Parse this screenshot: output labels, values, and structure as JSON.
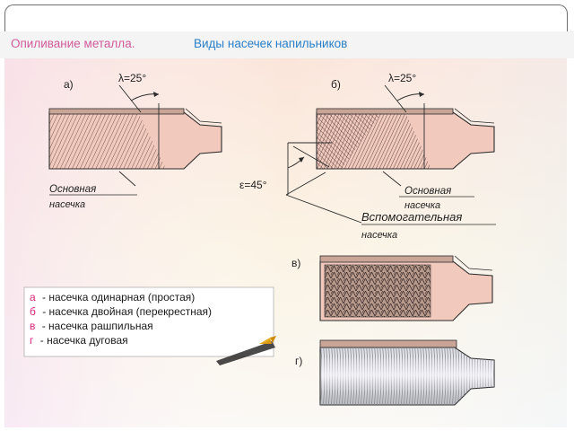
{
  "title": {
    "part1": "Опиливание металла.",
    "part2": "Виды насечек напильников"
  },
  "diagram": {
    "a": {
      "label": "а)",
      "angle": "λ=25°",
      "main_cut_line1": "Основная",
      "main_cut_line2": "насечка"
    },
    "b": {
      "label": "б)",
      "angle": "λ=25°",
      "main_cut_line1": "Основная",
      "main_cut_line2": "насечка",
      "epsilon": "ε=45°",
      "aux_cut_line1": "Вспомогательная",
      "aux_cut_line2": "насечка"
    },
    "v": {
      "label": "в)"
    },
    "g": {
      "label": "г)"
    }
  },
  "legend": [
    {
      "letter": "а",
      "text": "- насечка одинарная (простая)"
    },
    {
      "letter": "б",
      "text": "- насечка двойная (перекрестная)"
    },
    {
      "letter": "в",
      "text": "- насечка рашпильная"
    },
    {
      "letter": "г",
      "text": "- насечка дуговая"
    }
  ],
  "colors": {
    "title_pink": "#d05a9a",
    "title_blue": "#2a7fc8",
    "file_body": "#f2c9bd",
    "outline": "#2b2b2b",
    "legend_letter": "#d9267a",
    "legend_text": "#1a1a1a"
  }
}
